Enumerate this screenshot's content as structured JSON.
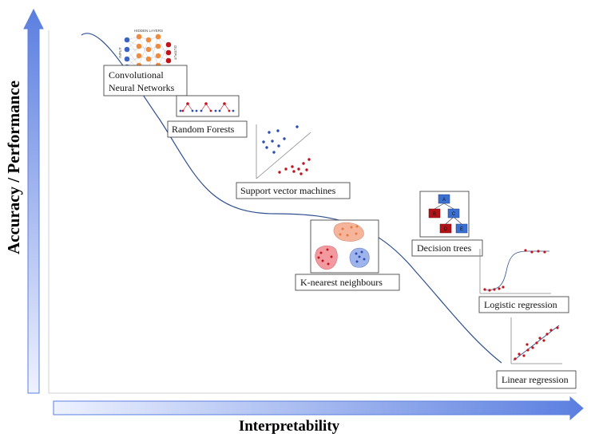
{
  "axes": {
    "y_title": "Accuracy / Performance",
    "x_title": "Interpretability"
  },
  "models": [
    {
      "id": "cnn",
      "label_line1": "Convolutional",
      "label_line2": "Neural Networks"
    },
    {
      "id": "rf",
      "label": "Random Forests"
    },
    {
      "id": "svm",
      "label": "Support vector machines"
    },
    {
      "id": "knn",
      "label": "K-nearest neighbours"
    },
    {
      "id": "dt",
      "label": "Decision trees"
    },
    {
      "id": "logreg",
      "label": "Logistic regression"
    },
    {
      "id": "linreg",
      "label": "Linear regression"
    }
  ],
  "nn_icon": {
    "hidden_label": "HIDDEN LAYERS",
    "input_label": "INPUT",
    "output_label": "OUTPUT"
  },
  "tree_icon": {
    "nodes": [
      "A",
      "B",
      "C",
      "D",
      "E"
    ]
  },
  "colors": {
    "arrow_dark": "#5b7fe0",
    "arrow_light": "#eef2ff",
    "curve": "#2f4f8f",
    "blue_dot": "#2a4fb0",
    "red_dot": "#c0141c",
    "orange_node": "#f08a3c",
    "tree_blue": "#3b6fd0",
    "tree_red": "#b01218"
  }
}
